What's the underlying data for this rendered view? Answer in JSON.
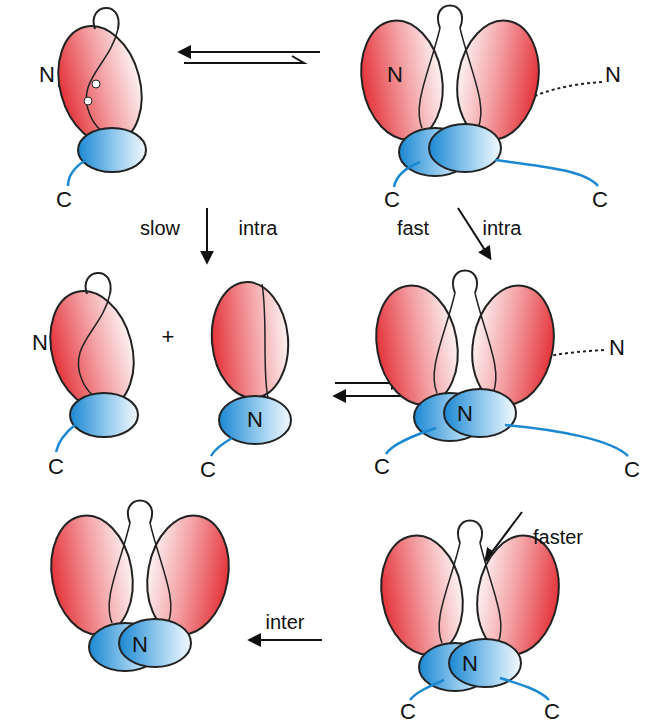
{
  "diagram": {
    "labels": [
      "N",
      "N",
      "N",
      "C",
      "C",
      "C",
      "slow",
      "intra",
      "fast",
      "intra",
      "N",
      "+",
      "N",
      "N",
      "N",
      "C",
      "C",
      "C",
      "C",
      "faster",
      "inter",
      "N",
      "N",
      "C",
      "C"
    ]
  }
}
